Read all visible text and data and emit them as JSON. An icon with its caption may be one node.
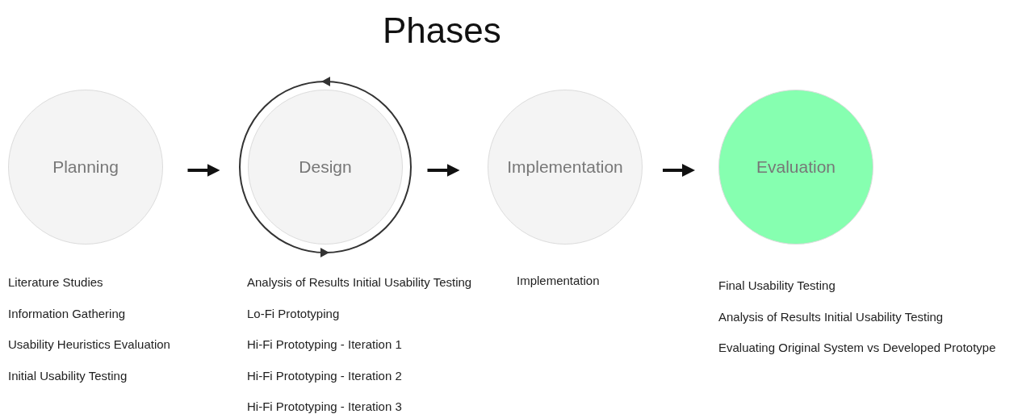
{
  "diagram": {
    "title": "Phases",
    "nodes": [
      {
        "text": [
          "Planning"
        ],
        "beside": [
          "Literature Studies",
          "Information Gathering",
          "Usability Heuristics Evaluation",
          "Initial Usability Testing"
        ]
      },
      {
        "text": [
          "Design"
        ],
        "beside": [
          "Analysis of Results Initial Usability Testing",
          "Lo-Fi Prototyping",
          "Hi-Fi Prototyping - Iteration 1",
          "Hi-Fi Prototyping - Iteration 2",
          "Hi-Fi Prototyping - Iteration 3"
        ]
      },
      {
        "text": [
          "Implementation"
        ],
        "beside": [
          "Implementation"
        ]
      },
      {
        "text": [
          "Evaluation"
        ],
        "beside": [
          "Final Usability Testing",
          "Analysis of Results Initial Usability Testing",
          "Evaluating Original System vs Developed Prototype"
        ]
      }
    ],
    "edges": [
      {
        "from": 0,
        "to": 1,
        "arrow": "to"
      },
      {
        "from": 1,
        "to": 2,
        "arrow": "to"
      },
      {
        "from": 2,
        "to": 3,
        "arrow": "to"
      }
    ]
  }
}
